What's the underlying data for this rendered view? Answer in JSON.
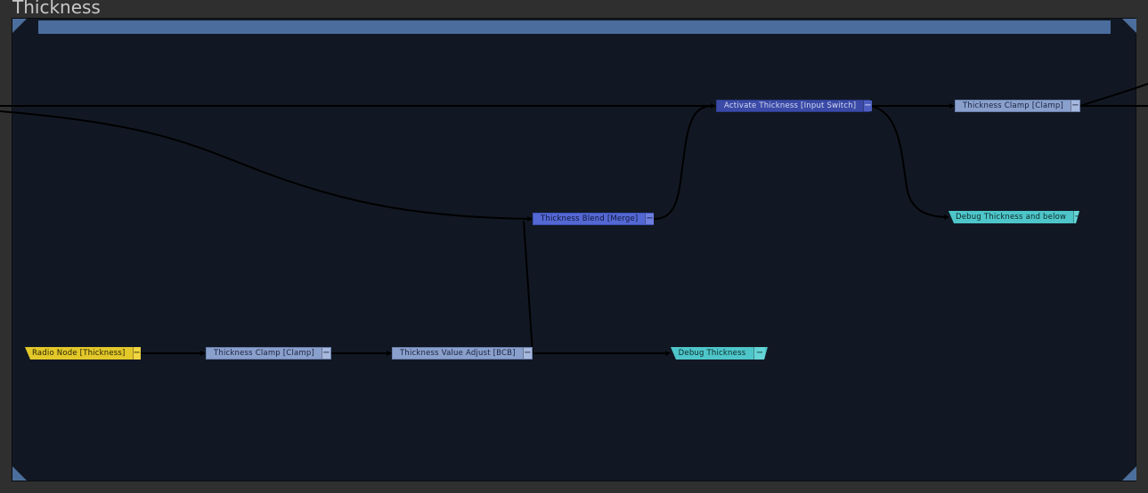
{
  "group": {
    "title": "Thickness",
    "header_color": "#4a6d9e",
    "background_color": "#121823"
  },
  "nodes": {
    "radio_node": {
      "label": "Radio Node [Thickness]",
      "collapse": "−",
      "color": "#e3c82a"
    },
    "clamp_left": {
      "label": "Thickness Clamp [Clamp]",
      "collapse": "−",
      "color": "#8aa0cc"
    },
    "value_adjust": {
      "label": "Thickness Value Adjust [BCB]",
      "collapse": "−",
      "color": "#8aa0cc"
    },
    "debug_thickness": {
      "label": "Debug Thickness",
      "collapse": "−",
      "color": "#4ec6c9"
    },
    "blend": {
      "label": "Thickness Blend [Merge]",
      "collapse": "−",
      "color": "#5468d4"
    },
    "activate": {
      "label": "Activate Thickness [Input Switch]",
      "collapse": "−",
      "color": "#3a4aa6"
    },
    "clamp_right": {
      "label": "Thickness Clamp [Clamp]",
      "collapse": "−",
      "color": "#8aa0cc"
    },
    "debug_below": {
      "label": "Debug Thickness and below",
      "collapse": "−",
      "color": "#4ec6c9"
    }
  }
}
